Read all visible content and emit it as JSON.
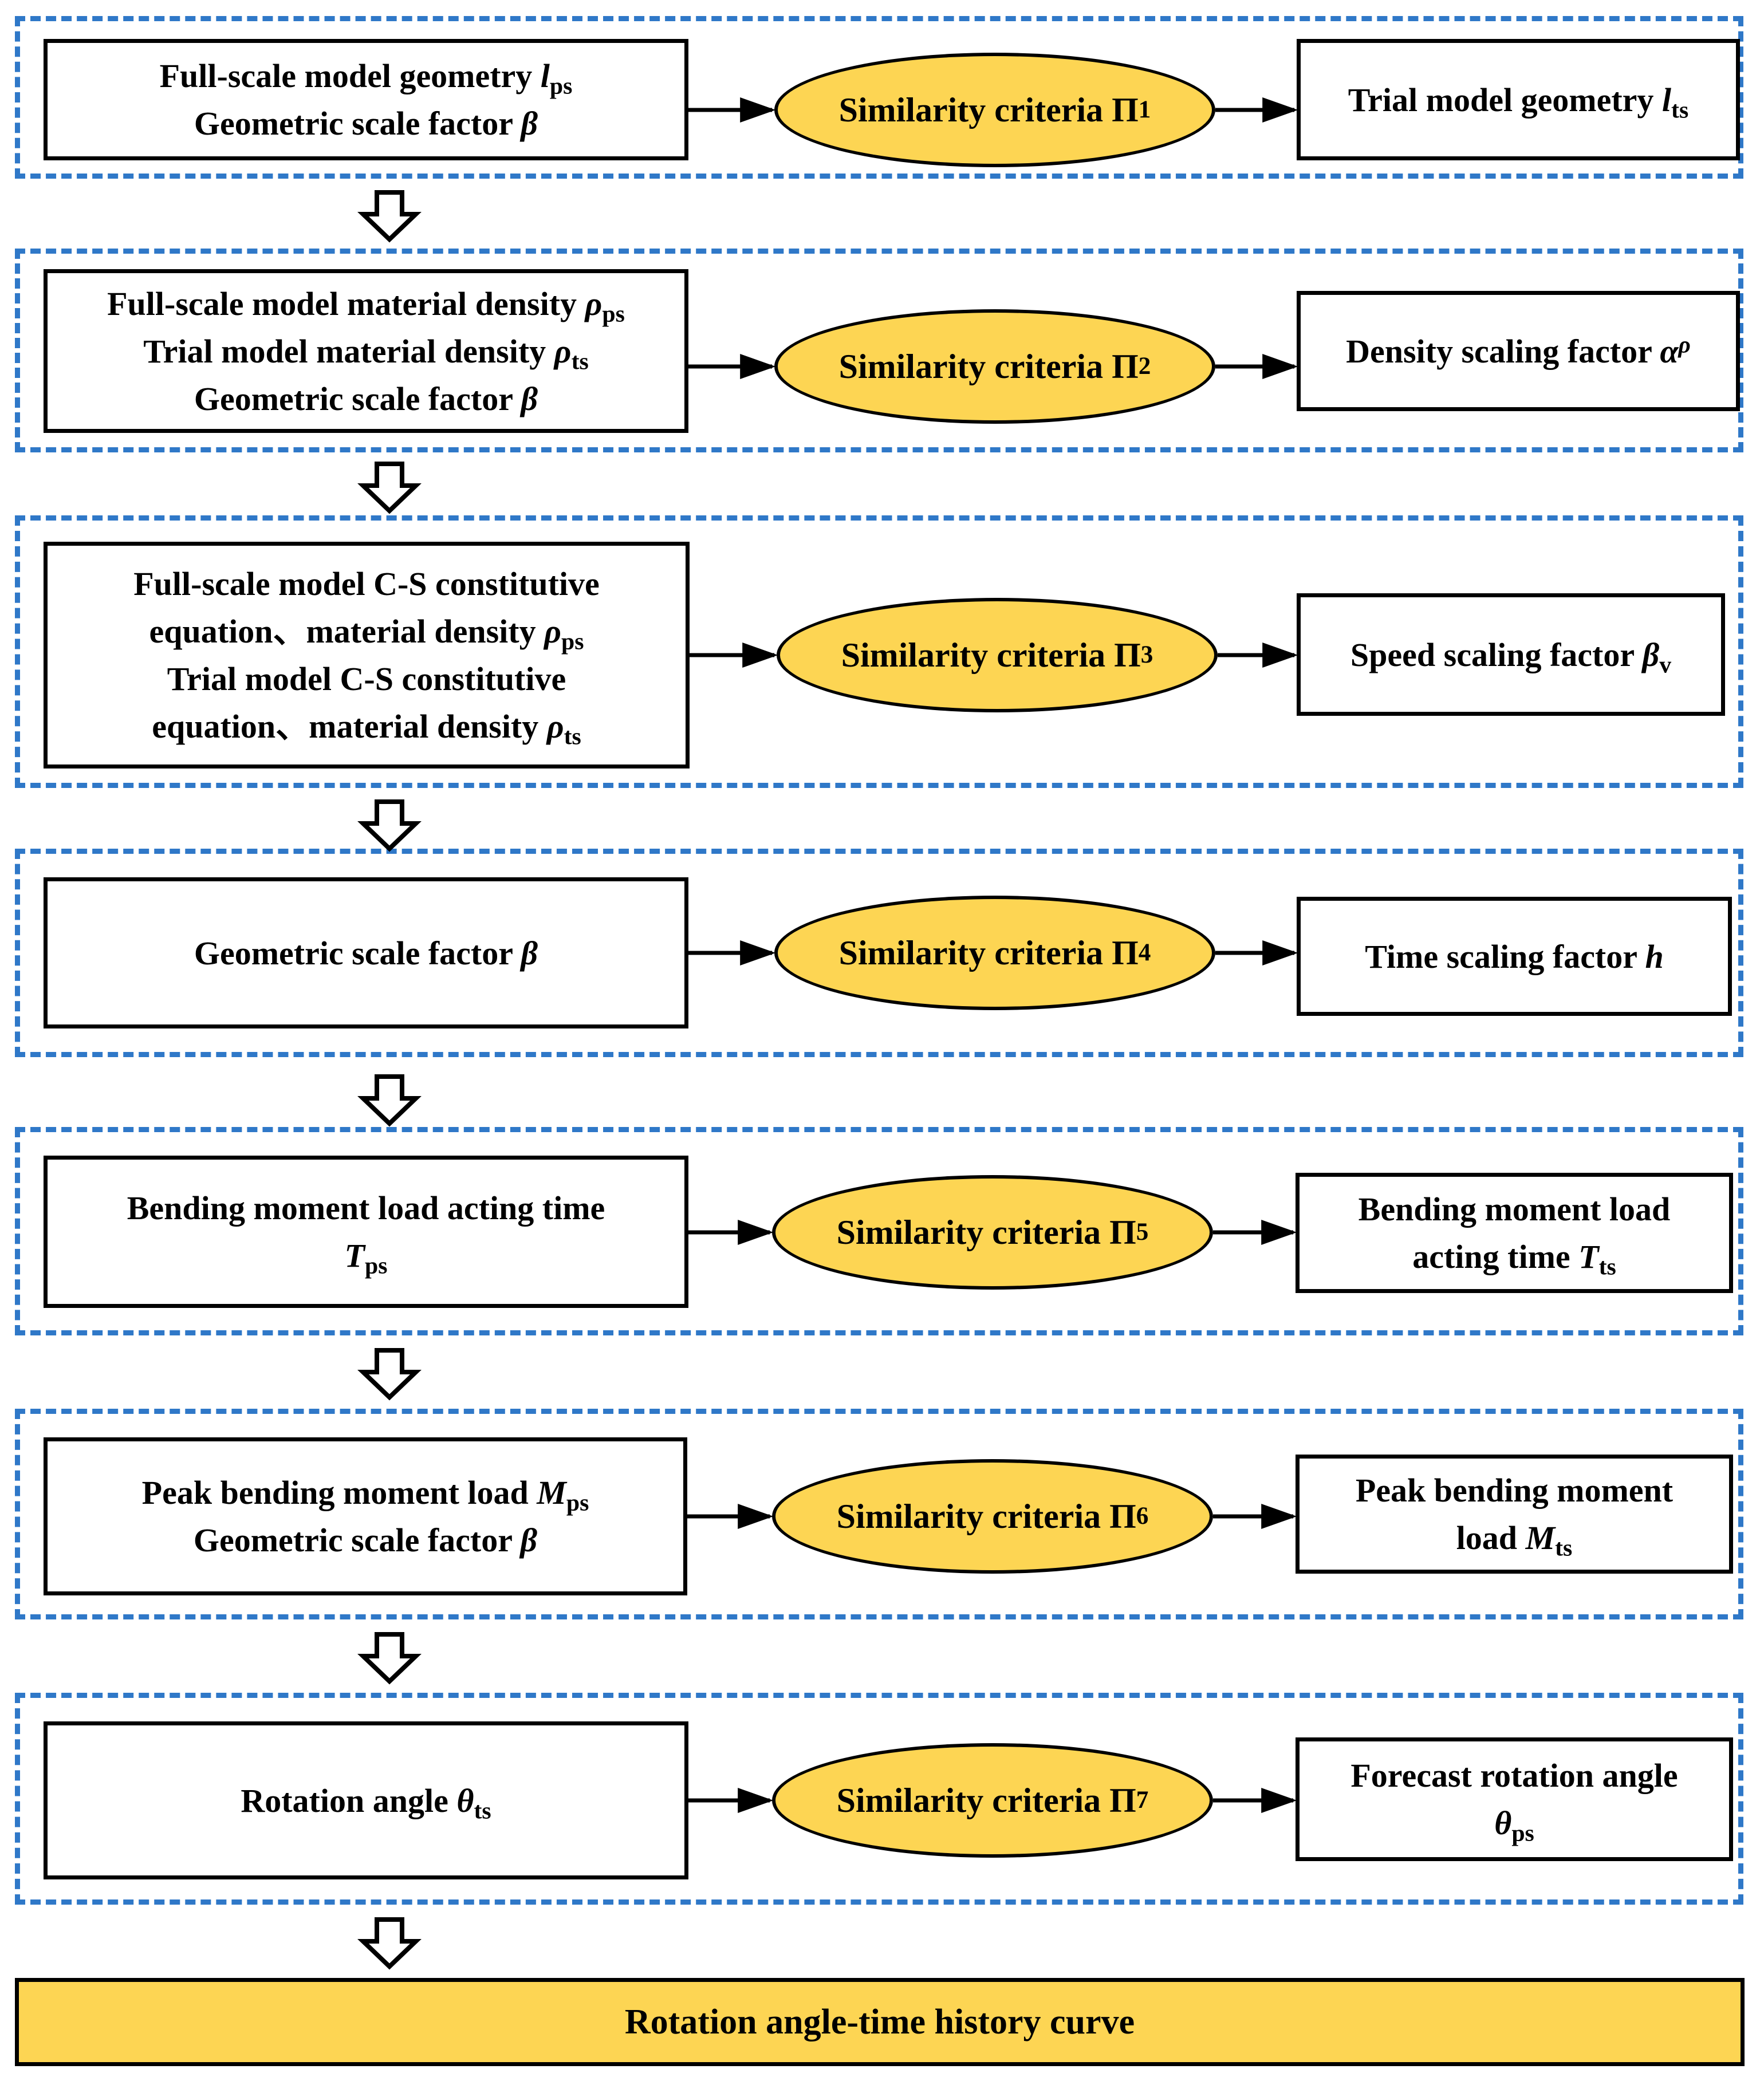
{
  "diagram": {
    "stages": [
      {
        "left_lines": [
          [
            "Full-scale model geometry ",
            "l",
            "ps"
          ],
          [
            "Geometric scale factor ",
            "β",
            ""
          ]
        ],
        "criterion": [
          "Similarity criteria Π",
          "1"
        ],
        "right_lines": [
          [
            "Trial model geometry ",
            "l",
            "ts"
          ]
        ]
      },
      {
        "left_lines": [
          [
            "Full-scale model material density ",
            "ρ",
            "ps"
          ],
          [
            "Trial model material density ",
            "ρ",
            "ts"
          ],
          [
            "Geometric scale factor ",
            "β",
            ""
          ]
        ],
        "criterion": [
          "Similarity criteria Π",
          "2"
        ],
        "right_lines": [
          [
            "Density scaling factor ",
            "α",
            "",
            "ρ"
          ]
        ]
      },
      {
        "left_lines": [
          [
            "Full-scale model C-S constitutive",
            "",
            ""
          ],
          [
            "equation、material density ",
            "ρ",
            "ps"
          ],
          [
            "Trial model C-S constitutive",
            "",
            ""
          ],
          [
            "equation、material density ",
            "ρ",
            "ts"
          ]
        ],
        "criterion": [
          "Similarity criteria Π",
          "3"
        ],
        "right_lines": [
          [
            "Speed scaling factor ",
            "β",
            "v"
          ]
        ]
      },
      {
        "left_lines": [
          [
            "Geometric scale factor ",
            "β",
            ""
          ]
        ],
        "criterion": [
          "Similarity criteria Π",
          "4"
        ],
        "right_lines": [
          [
            "Time scaling factor ",
            "h",
            ""
          ]
        ]
      },
      {
        "left_lines": [
          [
            "Bending moment load acting time",
            "",
            ""
          ],
          [
            "",
            "T",
            "ps"
          ]
        ],
        "criterion": [
          "Similarity criteria Π",
          "5"
        ],
        "right_lines": [
          [
            "Bending moment load",
            "",
            ""
          ],
          [
            "acting time ",
            "T",
            "ts"
          ]
        ]
      },
      {
        "left_lines": [
          [
            "Peak bending moment load ",
            "M",
            "ps"
          ],
          [
            "Geometric scale factor ",
            "β",
            ""
          ]
        ],
        "criterion": [
          "Similarity criteria Π",
          "6"
        ],
        "right_lines": [
          [
            "Peak bending moment",
            "",
            ""
          ],
          [
            "load ",
            "M",
            "ts"
          ]
        ]
      },
      {
        "left_lines": [
          [
            "Rotation angle ",
            "θ",
            "ts"
          ]
        ],
        "criterion": [
          "Similarity criteria Π",
          "7"
        ],
        "right_lines": [
          [
            "Forecast rotation angle",
            "",
            ""
          ],
          [
            "",
            "θ",
            "ps"
          ]
        ]
      }
    ],
    "final_label": "Rotation angle-time history curve",
    "colors": {
      "group_border": "#2f78c8",
      "fill": "#fdd553",
      "stroke": "#000000"
    }
  }
}
